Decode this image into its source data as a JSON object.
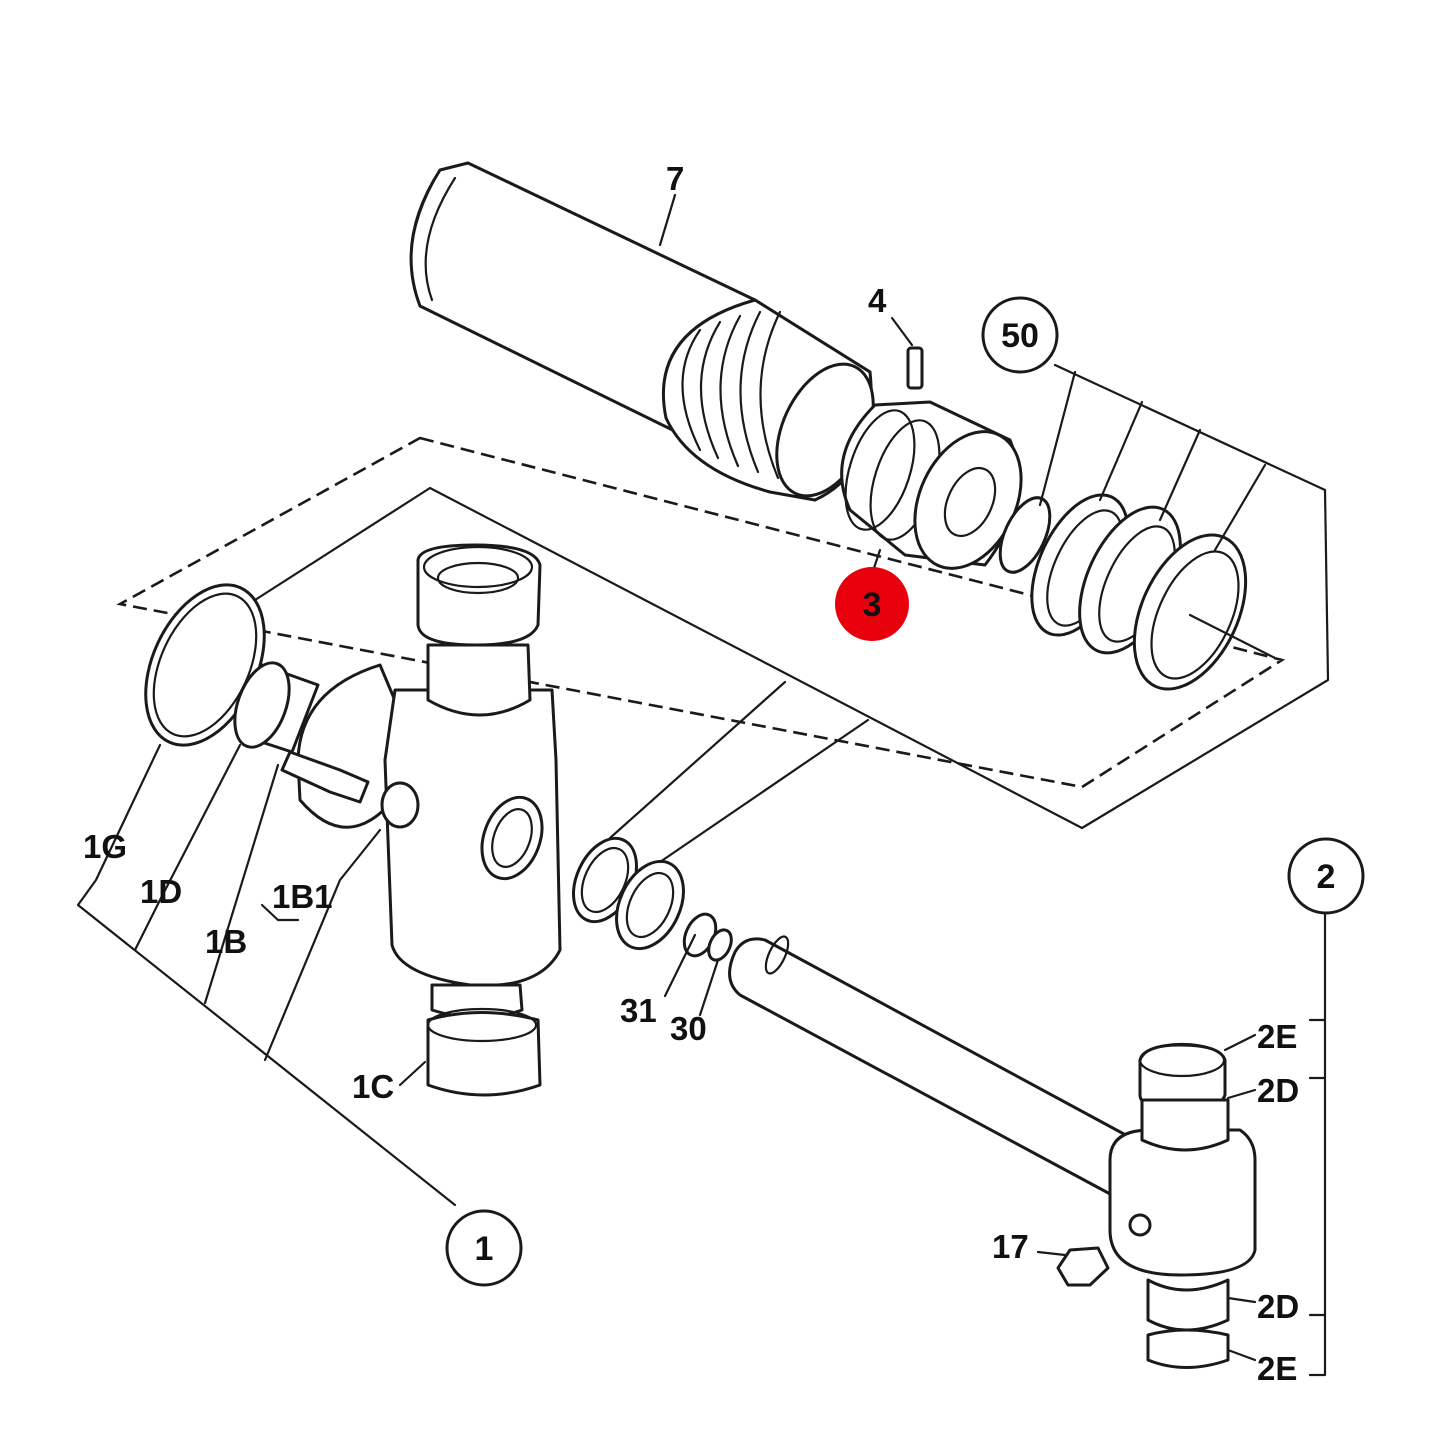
{
  "colors": {
    "line": "#1a1a1a",
    "background": "#ffffff",
    "highlight": "#e8000d"
  },
  "callouts": {
    "c1": "1",
    "c2": "2",
    "c3": "3",
    "c50": "50"
  },
  "labels": {
    "p7": "7",
    "p4": "4",
    "p1G": "1G",
    "p1D": "1D",
    "p1B1": "1B1",
    "p1B": "1B",
    "p1C": "1C",
    "p31": "31",
    "p30": "30",
    "p17": "17",
    "p2E_top": "2E",
    "p2D_top": "2D",
    "p2D_bottom": "2D",
    "p2E_bottom": "2E"
  }
}
